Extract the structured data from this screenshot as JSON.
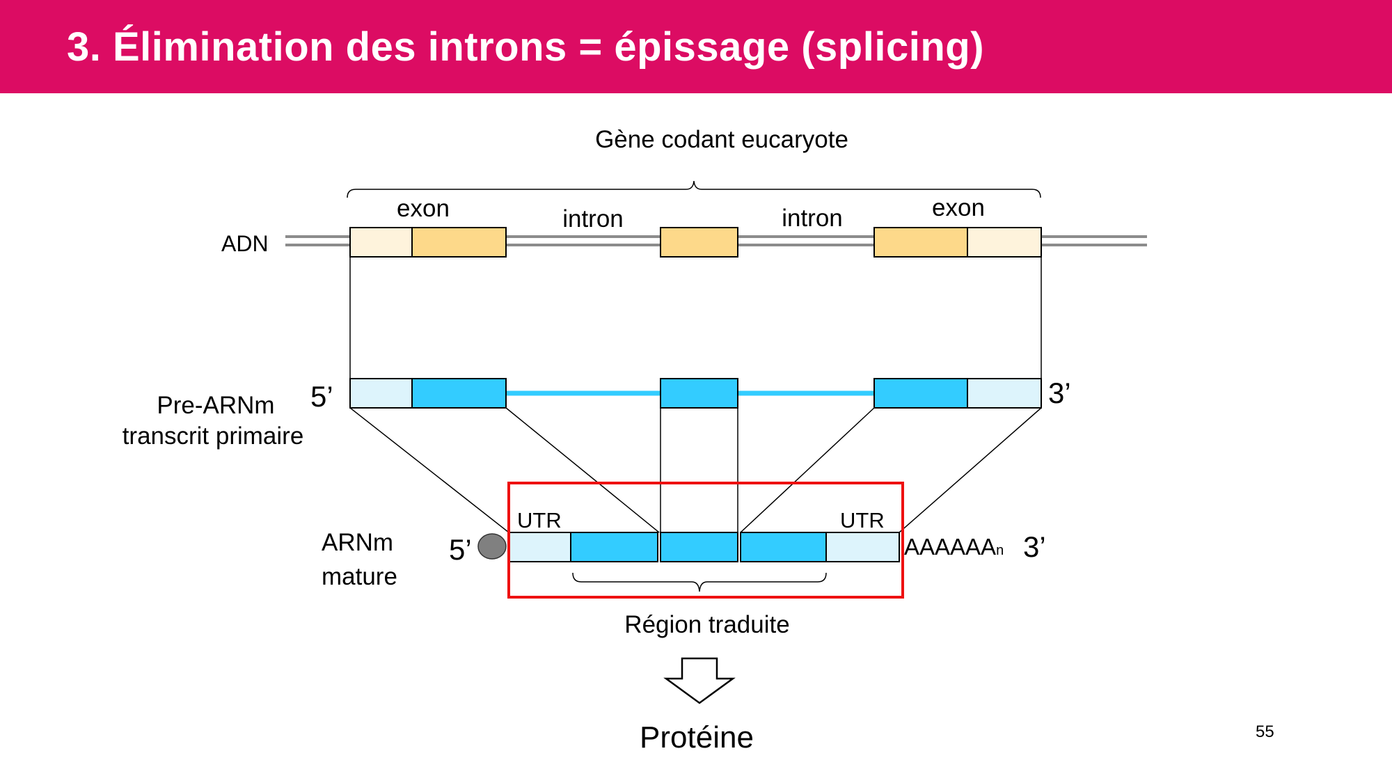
{
  "title": "3. Élimination des introns = épissage (splicing)",
  "diagram": {
    "gene_label": "Gène codant eucaryote",
    "dna_label": "ADN",
    "exon_left": "exon",
    "exon_right": "exon",
    "intron_left": "intron",
    "intron_right": "intron",
    "pre_mrna_label_1": "Pre-ARNm",
    "pre_mrna_label_2": "transcrit primaire",
    "five_prime_pre": "5’",
    "three_prime_pre": "3’",
    "mrna_label_1": "ARNm",
    "mrna_label_2": "mature",
    "five_prime_mature": "5’",
    "three_prime_mature": "3’",
    "utr_left": "UTR",
    "utr_right": "UTR",
    "polya": "AAAAAA",
    "polya_sub": "n",
    "translated_region": "Région traduite",
    "protein": "Protéine"
  },
  "colors": {
    "header": "#DC0C63",
    "exon_dna": "#FDD98A",
    "utr_dna": "#FEF3DC",
    "exon_rna": "#33CCFF",
    "utr_rna": "#DDF4FC",
    "highlight_box": "#EE1111",
    "cap": "#808080"
  },
  "page_number": "55"
}
